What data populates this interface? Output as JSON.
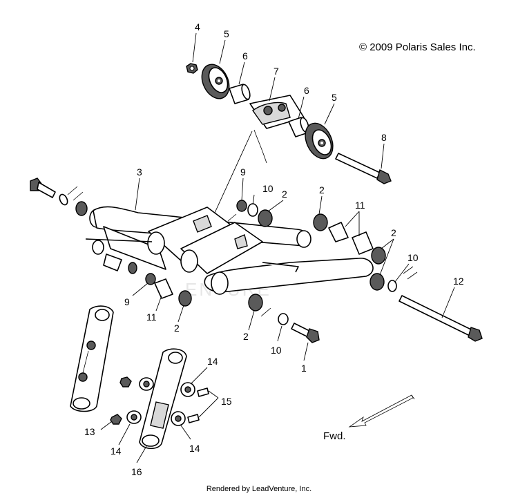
{
  "copyright": "© 2009 Polaris Sales Inc.",
  "footer": "Rendered by LeadVenture, Inc.",
  "watermark": "ENTURE",
  "fwd_label": "Fwd.",
  "callouts": [
    {
      "id": "c4",
      "label": "4"
    },
    {
      "id": "c5a",
      "label": "5"
    },
    {
      "id": "c6a",
      "label": "6"
    },
    {
      "id": "c7",
      "label": "7"
    },
    {
      "id": "c6b",
      "label": "6"
    },
    {
      "id": "c5b",
      "label": "5"
    },
    {
      "id": "c8",
      "label": "8"
    },
    {
      "id": "c3",
      "label": "3"
    },
    {
      "id": "c9a",
      "label": "9"
    },
    {
      "id": "c10a",
      "label": "10"
    },
    {
      "id": "c2a",
      "label": "2"
    },
    {
      "id": "c2b",
      "label": "2"
    },
    {
      "id": "c11a",
      "label": "11"
    },
    {
      "id": "c2c",
      "label": "2"
    },
    {
      "id": "c10b",
      "label": "10"
    },
    {
      "id": "c12",
      "label": "12"
    },
    {
      "id": "c9b",
      "label": "9"
    },
    {
      "id": "c11b",
      "label": "11"
    },
    {
      "id": "c2d",
      "label": "2"
    },
    {
      "id": "c2e",
      "label": "2"
    },
    {
      "id": "c10c",
      "label": "10"
    },
    {
      "id": "c1",
      "label": "1"
    },
    {
      "id": "c14a",
      "label": "14"
    },
    {
      "id": "c15",
      "label": "15"
    },
    {
      "id": "c13",
      "label": "13"
    },
    {
      "id": "c14b",
      "label": "14"
    },
    {
      "id": "c14c",
      "label": "14"
    },
    {
      "id": "c16",
      "label": "16"
    }
  ]
}
